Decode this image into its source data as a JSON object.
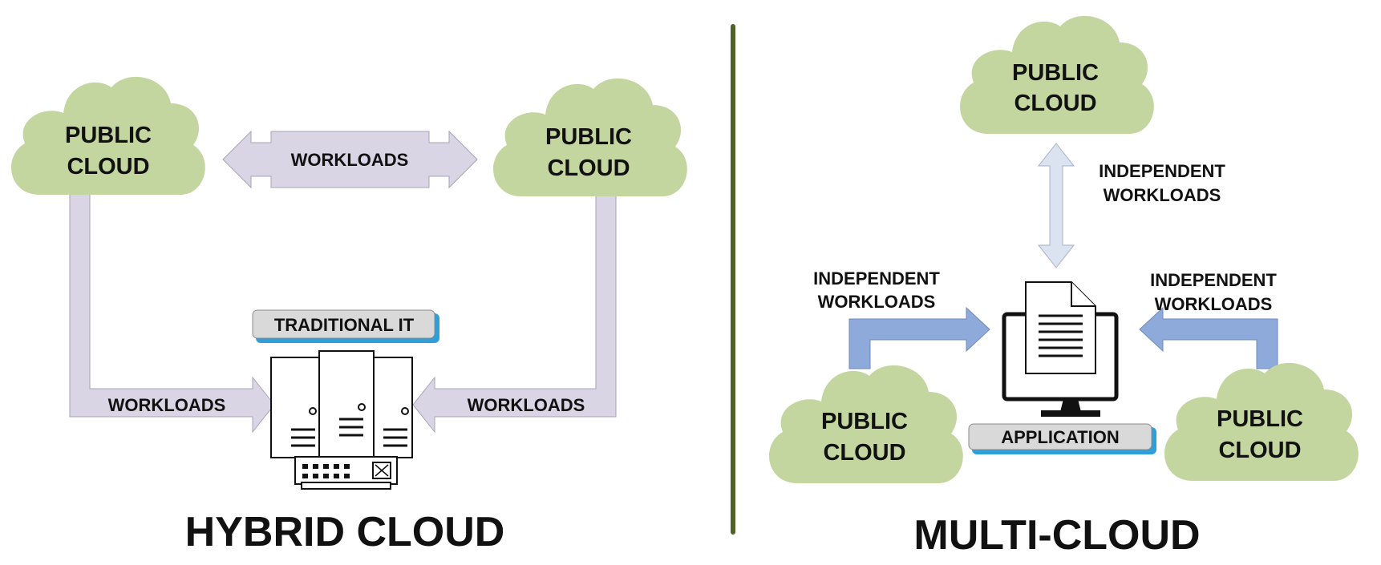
{
  "hybrid": {
    "title": "HYBRID CLOUD",
    "cloud_left": {
      "line1": "PUBLIC",
      "line2": "CLOUD"
    },
    "cloud_right": {
      "line1": "PUBLIC",
      "line2": "CLOUD"
    },
    "top_arrow_label": "WORKLOADS",
    "left_arrow_label": "WORKLOADS",
    "right_arrow_label": "WORKLOADS",
    "tag_label": "TRADITIONAL IT",
    "server_icon": "server-rack-icon"
  },
  "multi": {
    "title": "MULTI-CLOUD",
    "cloud_top": {
      "line1": "PUBLIC",
      "line2": "CLOUD"
    },
    "cloud_left": {
      "line1": "PUBLIC",
      "line2": "CLOUD"
    },
    "cloud_right": {
      "line1": "PUBLIC",
      "line2": "CLOUD"
    },
    "top_label": {
      "line1": "INDEPENDENT",
      "line2": "WORKLOADS"
    },
    "left_label": {
      "line1": "INDEPENDENT",
      "line2": "WORKLOADS"
    },
    "right_label": {
      "line1": "INDEPENDENT",
      "line2": "WORKLOADS"
    },
    "tag_label": "APPLICATION",
    "monitor_icon": "monitor-document-icon"
  },
  "colors": {
    "cloud": "#c4d6a0",
    "hybrid_arrow": "#d9d5e4",
    "multi_arrow": "#8eaadb",
    "multi_vertical_arrow": "#dbe3f0",
    "divider": "#4f6228",
    "tag_fill": "#d9d9d9",
    "tag_shadow": "#2e9fd8"
  }
}
